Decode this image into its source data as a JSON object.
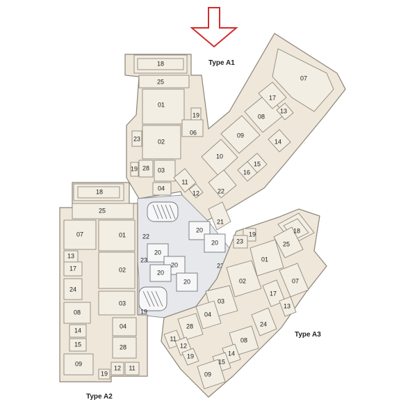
{
  "colors": {
    "floor": "#f3eee3",
    "wall": "#8a8478",
    "core": "#e6e8ec",
    "arrow": "#d22b2b",
    "text": "#222222"
  },
  "icons": {
    "north_arrow": "down-arrow-icon"
  },
  "labels": {
    "type_a1": "Type A1",
    "type_a2": "Type A2",
    "type_a3": "Type A3"
  },
  "a1": {
    "r18": "18",
    "r25": "25",
    "r01": "01",
    "r19": "19",
    "r06": "06",
    "r23": "23",
    "r02": "02",
    "r19b": "19",
    "r28": "28",
    "r03": "03",
    "r04": "04",
    "r11": "11",
    "r12": "12",
    "r10": "10",
    "r09": "09",
    "r08": "08",
    "r17": "17",
    "r13": "13",
    "r14": "14",
    "r15": "15",
    "r16": "16",
    "r07": "07",
    "r22": "22",
    "r21": "21"
  },
  "core": {
    "l1": "20",
    "l2": "20",
    "l3": "20",
    "l4": "20",
    "l5": "20",
    "l6": "20",
    "c22a": "22",
    "c23": "23",
    "c22b": "22",
    "c19": "19"
  },
  "a2": {
    "r18": "18",
    "r25": "25",
    "r07": "07",
    "r01": "01",
    "r13": "13",
    "r17": "17",
    "r02": "02",
    "r24": "24",
    "r08": "08",
    "r03": "03",
    "r14": "14",
    "r15": "15",
    "r04": "04",
    "r28": "28",
    "r09": "09",
    "r12": "12",
    "r11": "11",
    "r19": "19"
  },
  "a3": {
    "r18": "18",
    "r19": "19",
    "r25": "25",
    "r23": "23",
    "r01": "01",
    "r02": "02",
    "r07": "07",
    "r17": "17",
    "r13": "13",
    "r24": "24",
    "r03": "03",
    "r04": "04",
    "r28": "28",
    "r11": "11",
    "r12": "12",
    "r19b": "19",
    "r08": "08",
    "r14": "14",
    "r15": "15",
    "r09": "09"
  }
}
